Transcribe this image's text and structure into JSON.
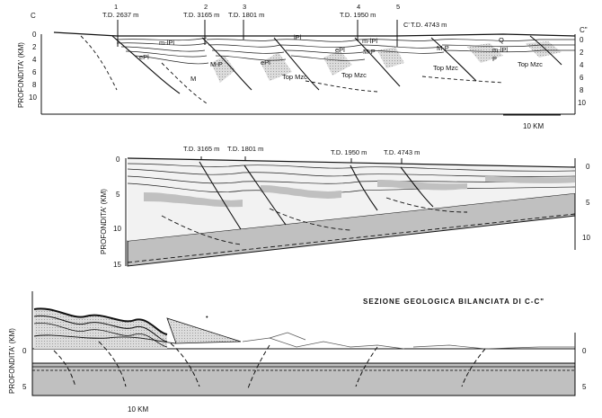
{
  "top_section": {
    "left_end": "C",
    "right_end": "C\"",
    "mid_marker": "C'",
    "wells": [
      {
        "num": "1",
        "td": "T.D. 2637 m"
      },
      {
        "num": "2",
        "td": "T.D. 3165 m"
      },
      {
        "num": "3",
        "td": "T.D. 1801 m"
      },
      {
        "num": "4",
        "td": "T.D. 1950 m"
      },
      {
        "num": "5",
        "td": "T.D. 4743 m"
      }
    ],
    "ylabel": "PROFONDITA' (KM)",
    "left_ticks": [
      "0",
      "2",
      "4",
      "6",
      "8",
      "10"
    ],
    "right_ticks": [
      "0",
      "2",
      "4",
      "6",
      "8",
      "10"
    ],
    "units": [
      "m-lPl",
      "ePl",
      "M-P",
      "M",
      "ePl",
      "m-lPl",
      "ePl",
      "M-P",
      "Q",
      "m-lPl",
      "P",
      "Top Mzc",
      "Top Mzc",
      "Top Mzc",
      "Top Mzc",
      "lPl",
      "M-P"
    ],
    "scalebar": "10 KM",
    "colors": {
      "ink": "#111111",
      "fill": "#d8d8d8"
    }
  },
  "middle_section": {
    "wells": [
      {
        "td": "T.D. 3165 m"
      },
      {
        "td": "T.D. 1801 m"
      },
      {
        "td": "T.D. 1950 m"
      },
      {
        "td": "T.D. 4743 m"
      }
    ],
    "ylabel": "PROFONDITA' (KM)",
    "left_ticks": [
      "0",
      "5",
      "10",
      "15"
    ],
    "right_ticks": [
      "0",
      "5",
      "10"
    ]
  },
  "bottom_section": {
    "title": "SEZIONE GEOLOGICA BILANCIATA DI C-C\"",
    "ylabel": "PROFONDITA' (KM)",
    "left_ticks": [
      "0",
      "5"
    ],
    "right_ticks": [
      "0",
      "5"
    ],
    "scalebar": "10 KM"
  }
}
